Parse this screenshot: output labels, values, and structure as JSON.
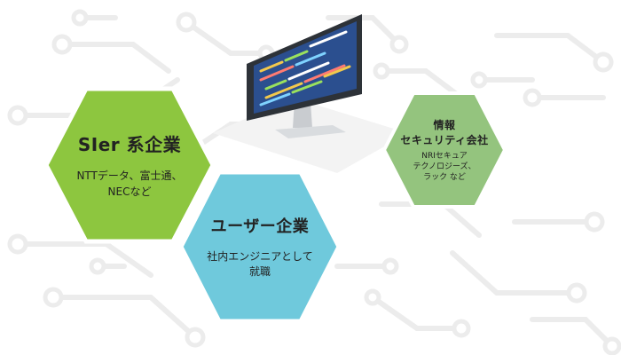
{
  "colors": {
    "sier_fill": "#8dc63f",
    "user_fill": "#6fc9dc",
    "security_fill": "#94c47e",
    "circuit": "#ececec",
    "text": "#222222"
  },
  "hexagons": {
    "sier": {
      "title": "SIer 系企業",
      "desc": [
        "NTTデータ、富士通、",
        "NECなど"
      ]
    },
    "user": {
      "title": "ユーザー企業",
      "desc": [
        "社内エンジニアとして",
        "就職"
      ]
    },
    "security": {
      "title": [
        "情報",
        "セキュリティ会社"
      ],
      "desc": [
        "NRIセキュア",
        "テクノロジーズ、",
        "ラック など"
      ]
    }
  },
  "monitor": {
    "screen_icon": "code-editor-icon"
  }
}
